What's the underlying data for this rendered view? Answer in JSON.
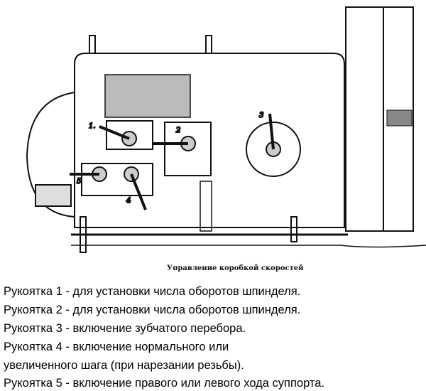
{
  "figure": {
    "caption": "Управление коробкой скоростей",
    "labels": [
      "1.",
      "2",
      "3",
      "4",
      "5"
    ]
  },
  "description_lines": [
    "Рукоятка 1 - для установки числа оборотов шпинделя.",
    "Рукоятка 2 - для установки числа оборотов шпинделя.",
    "Рукоятка 3 - включение зубчатого перебора.",
    "Рукоятка 4 - включение нормального или",
    "увеличенного шага (при нарезании резьбы).",
    "Рукоятка 5 - включение правого или левого хода суппорта."
  ]
}
